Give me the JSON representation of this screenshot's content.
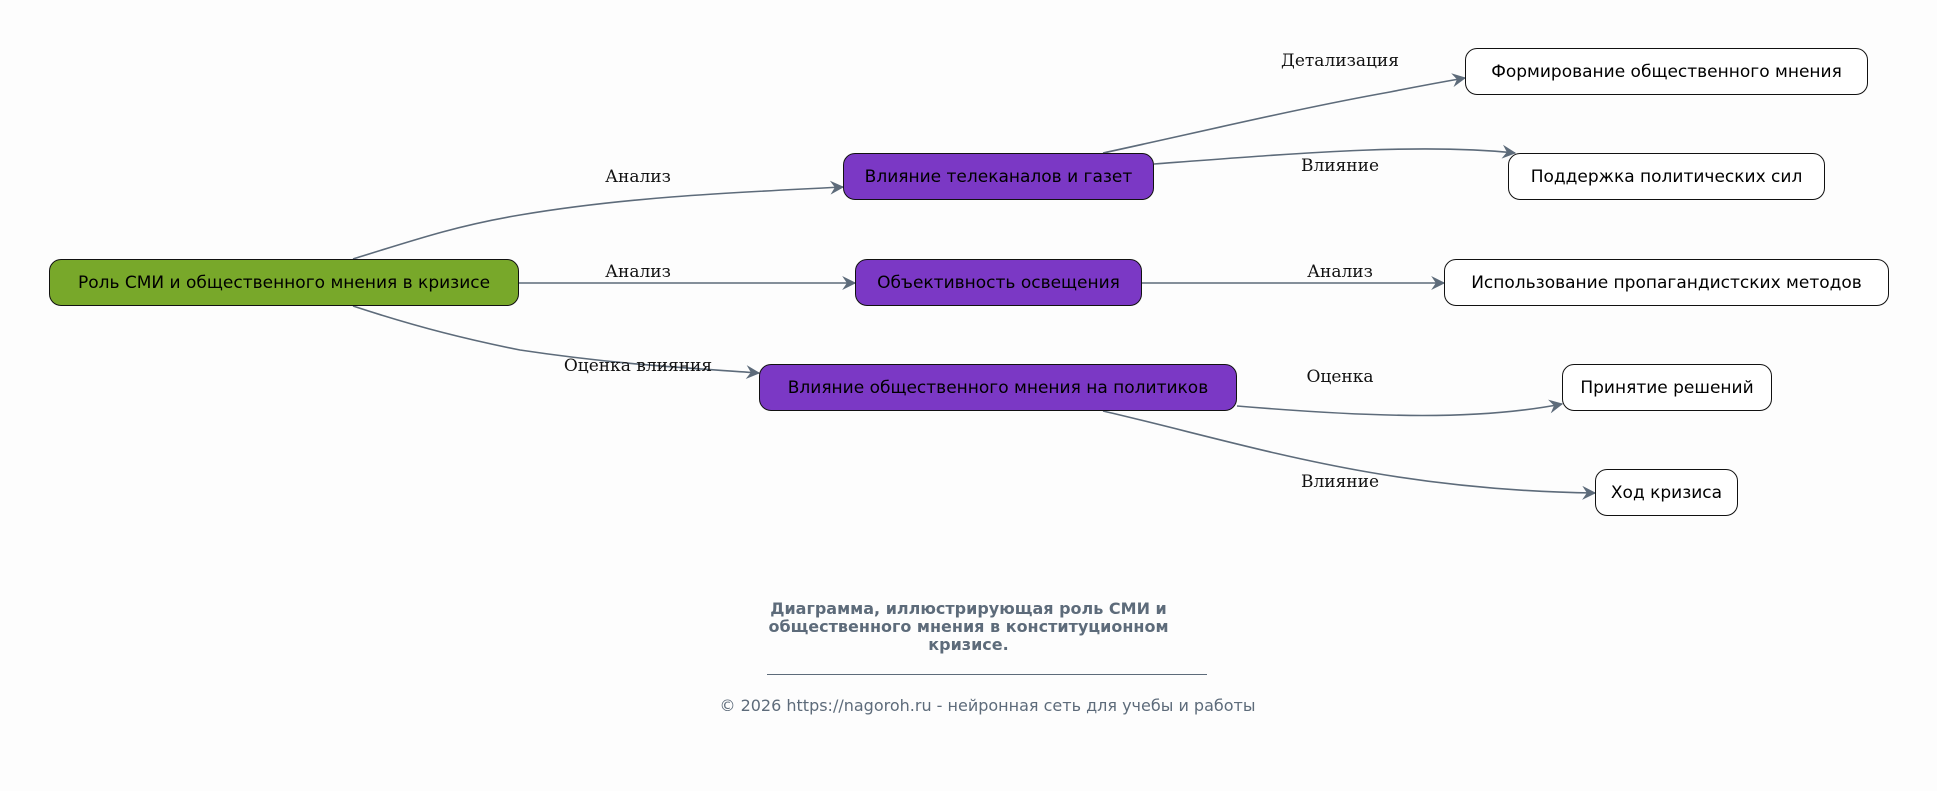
{
  "nodes": {
    "root": "Роль СМИ и общественного мнения в кризисе",
    "media_influence": "Влияние телеканалов и газет",
    "objectivity": "Объективность освещения",
    "opinion_on_politicians": "Влияние общественного мнения на политиков",
    "forming_opinion": "Формирование общественного мнения",
    "support_forces": "Поддержка политических сил",
    "propaganda": "Использование пропагандистских методов",
    "decisions": "Принятие решений",
    "crisis_course": "Ход кризиса"
  },
  "edge_labels": {
    "root_media": "Анализ",
    "root_objectivity": "Анализ",
    "root_opinion": "Оценка влияния",
    "media_forming": "Детализация",
    "media_support": "Влияние",
    "objectivity_propaganda": "Анализ",
    "opinion_decisions": "Оценка",
    "opinion_crisis": "Влияние"
  },
  "caption": "Диаграмма, иллюстрирующая роль СМИ и общественного мнения в конституционном кризисе.",
  "copyright": "© 2026 https://nagoroh.ru - нейронная сеть для учебы и работы",
  "colors": {
    "root": "#78a82a",
    "mid": "#7b38c5",
    "edge": "#5d6b7a"
  }
}
